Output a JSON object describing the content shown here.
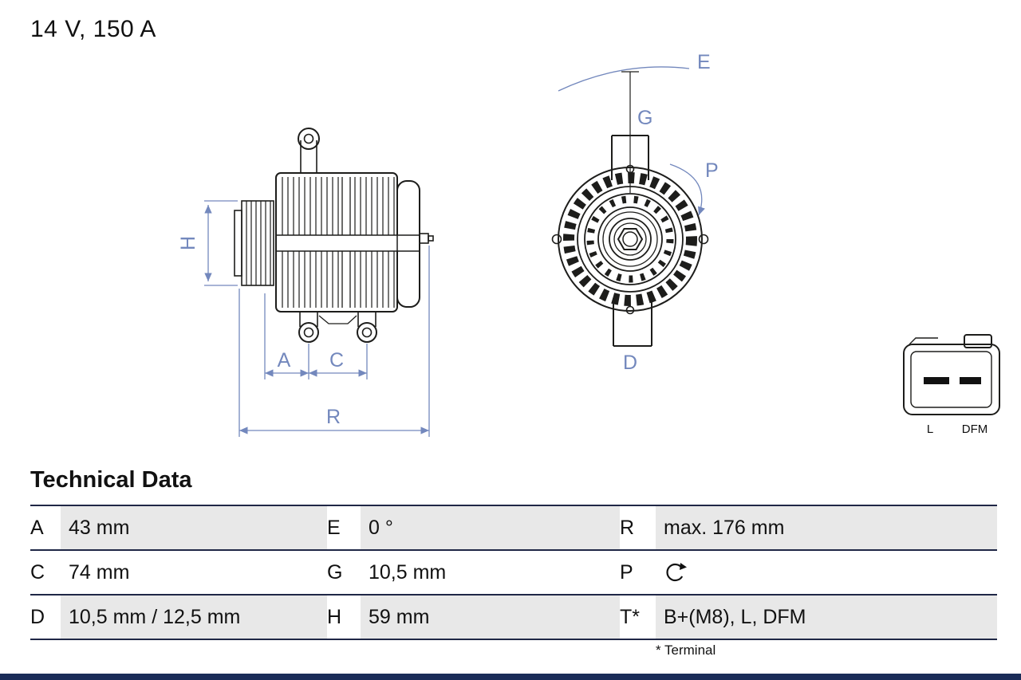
{
  "title": "14 V, 150 A",
  "colors": {
    "dimension_blue": "#7388bd",
    "drawing_black": "#1d1d1b",
    "table_line": "#1f2746",
    "row_shade": "#e8e8e8",
    "bottom_bar": "#1b2c58"
  },
  "diagram": {
    "labels": {
      "H": "H",
      "A": "A",
      "C": "C",
      "R": "R",
      "E": "E",
      "G": "G",
      "P": "P",
      "D": "D"
    },
    "connector_labels": {
      "left": "L",
      "right": "DFM"
    }
  },
  "table": {
    "heading": "Technical Data",
    "rows": [
      {
        "cells": [
          {
            "key": "A",
            "value": "43 mm"
          },
          {
            "key": "E",
            "value": "0 °"
          },
          {
            "key": "R",
            "value": "max. 176 mm"
          }
        ]
      },
      {
        "cells": [
          {
            "key": "C",
            "value": "74 mm"
          },
          {
            "key": "G",
            "value": "10,5 mm"
          },
          {
            "key": "P",
            "value": "",
            "icon": "rotation-direction-icon"
          }
        ]
      },
      {
        "cells": [
          {
            "key": "D",
            "value": "10,5 mm / 12,5 mm"
          },
          {
            "key": "H",
            "value": "59 mm"
          },
          {
            "key": "T*",
            "value": "B+(M8), L, DFM"
          }
        ]
      }
    ],
    "footnote": "* Terminal"
  }
}
